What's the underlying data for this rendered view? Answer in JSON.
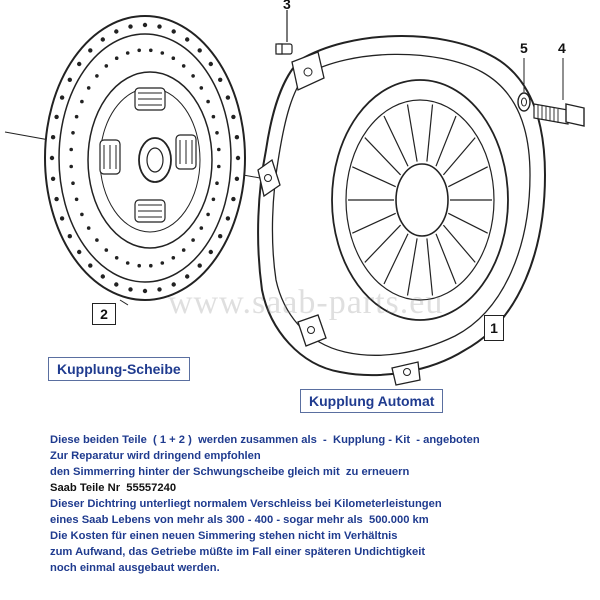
{
  "diagram": {
    "part_numbers": [
      "1",
      "2",
      "3",
      "4",
      "5"
    ],
    "labels": {
      "disc": "Kupplung-Scheibe",
      "pressure_plate": "Kupplung Automat"
    },
    "watermark": "www.saab-parts.eu"
  },
  "text": {
    "lines": [
      "Diese beiden Teile  ( 1 + 2 )  werden zusammen als  -  Kupplung - Kit  - angeboten",
      "Zur Reparatur wird dringend empfohlen",
      "den Simmerring hinter der Schwungscheibe gleich mit  zu erneuern",
      "Saab Teile Nr  55557240",
      "Dieser Dichtring unterliegt normalem Verschleiss bei Kilometerleistungen",
      "eines Saab Lebens von mehr als 300 - 400 - sogar mehr als  500.000 km",
      "Die Kosten für einen neuen Simmering stehen nicht im Verhältnis",
      "zum Aufwand, das Getriebe müßte im Fall einer späteren Undichtigkeit",
      "noch einmal ausgebaut werden."
    ]
  }
}
